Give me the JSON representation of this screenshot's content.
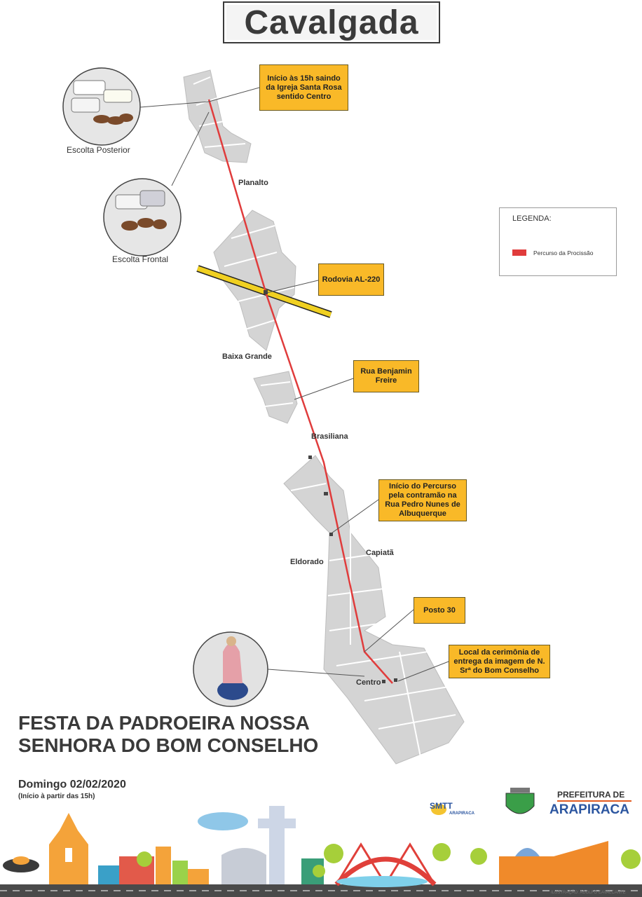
{
  "title": "Cavalgada",
  "legend": {
    "title": "LEGENDA:",
    "item_label": "Percurso da Procissão",
    "color": "#e03c3c"
  },
  "callouts": {
    "start": "Início às 15h saindo da Igreja Santa Rosa sentido Centro",
    "rodovia": "Rodovia AL-220",
    "benjamin": "Rua Benjamin Freire",
    "contramao": "Início do Percurso pela contramão na Rua Pedro Nunes de Albuquerque",
    "posto": "Posto 30",
    "cerimonia": "Local da cerimônia de entrega da imagem de N. Srª do Bom Conselho"
  },
  "places": {
    "planalto": "Planalto",
    "baixa_grande": "Baixa Grande",
    "brasiliana": "Brasiliana",
    "eldorado": "Eldorado",
    "capiata": "Capiatã",
    "centro": "Centro"
  },
  "escorts": {
    "posterior": "Escolta Posterior",
    "frontal": "Escolta Frontal"
  },
  "event": {
    "name": "FESTA DA PADROEIRA NOSSA SENHORA DO BOM CONSELHO",
    "date": "Domingo 02/02/2020",
    "note": "(Início à partir das 15h)"
  },
  "logos": {
    "smtt": "SMTT",
    "smtt_sub": "ARAPIRACA",
    "prefeitura_line1": "PREFEITURA DE",
    "prefeitura_line2": "ARAPIRACA"
  },
  "credit": "ILUSTRAÇÃO: ADOLFO CAVALCANTE",
  "colors": {
    "route": "#e03c3c",
    "callout": "#f9b928",
    "road": "#f0d021",
    "blocks": "#d4d4d4",
    "brand": "#2c56a0"
  }
}
